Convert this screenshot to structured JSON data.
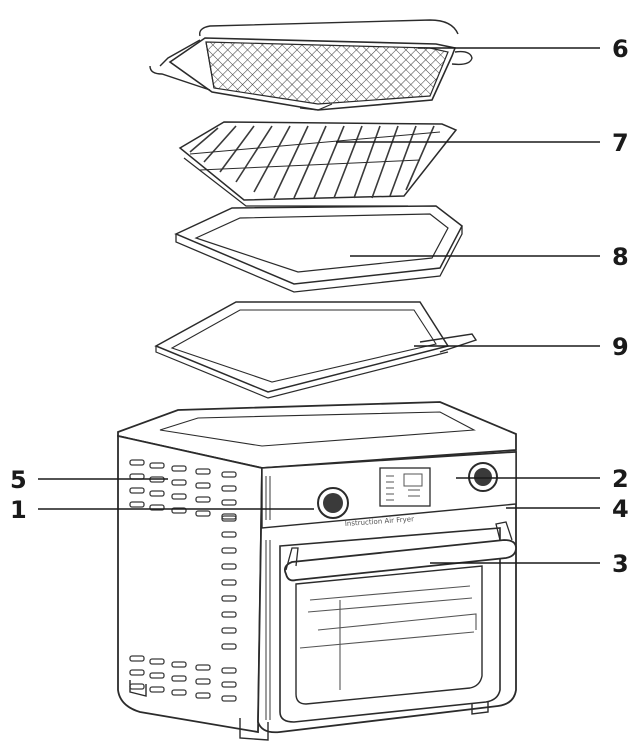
{
  "diagram": {
    "product_label": "Instruction Air Fryer",
    "callouts": {
      "c1": "1",
      "c2": "2",
      "c3": "3",
      "c4": "4",
      "c5": "5",
      "c6": "6",
      "c7": "7",
      "c8": "8",
      "c9": "9"
    },
    "stroke_color": "#2b2b2b",
    "light_stroke_color": "#8a8a8a"
  }
}
